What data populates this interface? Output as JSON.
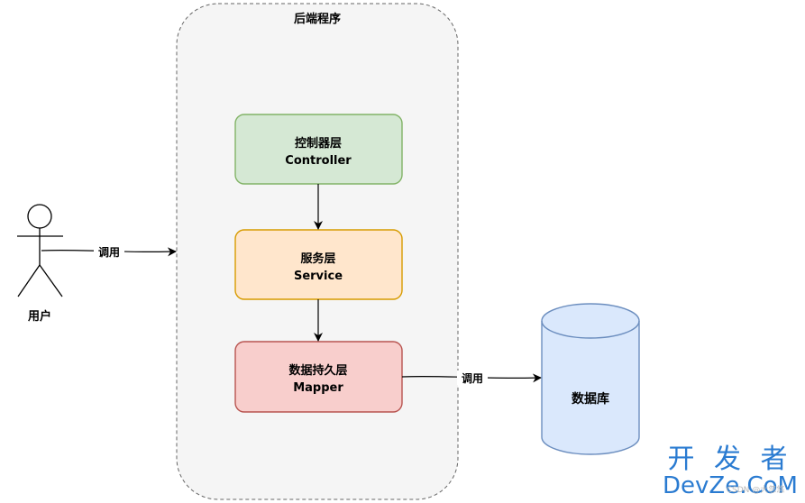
{
  "diagram": {
    "container_title": "后端程序",
    "actor_label": "用户",
    "actor_edge_label": "调用",
    "layers": [
      {
        "name_cn": "控制器层",
        "name_en": "Controller",
        "fill": "#d5e8d4",
        "stroke": "#82b366"
      },
      {
        "name_cn": "服务层",
        "name_en": "Service",
        "fill": "#ffe6cc",
        "stroke": "#d79b00"
      },
      {
        "name_cn": "数据持久层",
        "name_en": "Mapper",
        "fill": "#f8cecc",
        "stroke": "#b85450"
      }
    ],
    "db_edge_label": "调用",
    "database_label": "数据库",
    "database_fill": "#dae8fc",
    "database_stroke": "#6c8ebf"
  },
  "watermark": {
    "text_cn": "开 发 者",
    "text_en": "DevZe.CoM",
    "sub_text": "CSDN @大忽悠"
  }
}
